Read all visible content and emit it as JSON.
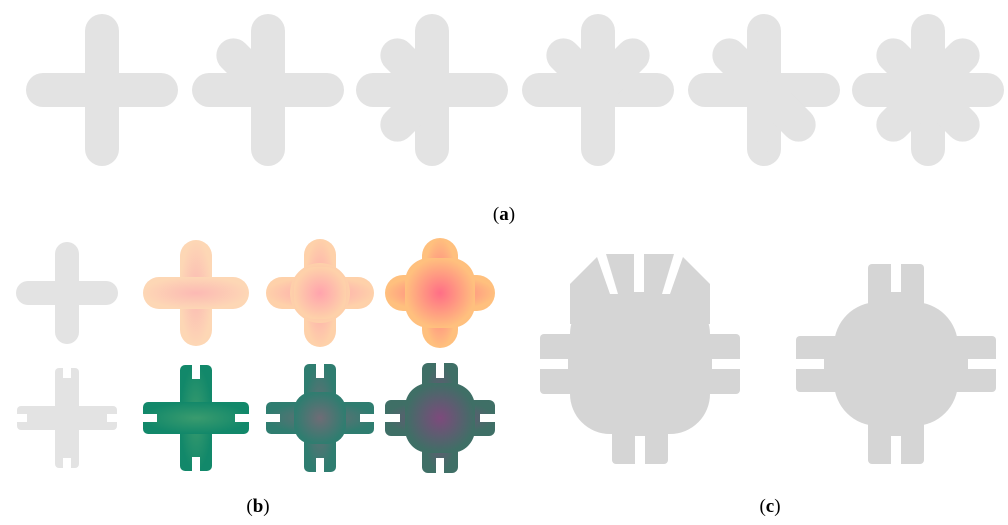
{
  "panels": {
    "a": {
      "label_letter": "a",
      "shape_color": "#e3e3e3"
    },
    "b": {
      "label_letter": "b",
      "rows": [
        {
          "fill_colors": [
            "#e3e3e3",
            "#fdd7b5",
            "#fdcfaa",
            "#ffb28a"
          ]
        },
        {
          "fill_colors": [
            "#e3e3e3",
            "#1f8a68",
            "#3a7b73",
            "#5a5d6e"
          ]
        }
      ]
    },
    "c": {
      "label_letter": "c",
      "shape_color": "#d5d5d5"
    }
  },
  "colors": {
    "background": "#ffffff",
    "peach": "#fdd7b5",
    "pink_center": "#ff7a90",
    "teal": "#1f8a68",
    "purple_center": "#7a4c7a"
  }
}
